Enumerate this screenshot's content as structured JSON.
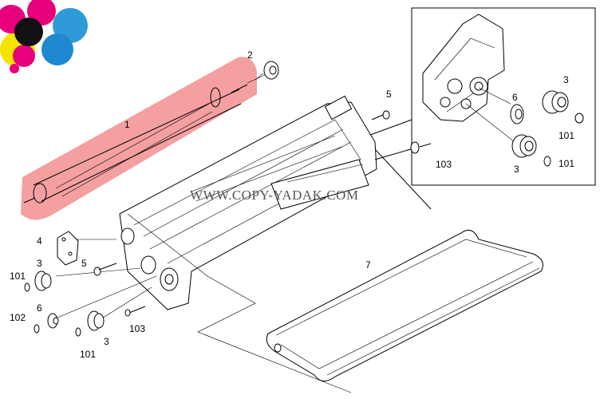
{
  "watermark": "WWW.COPY-YADAK.COM",
  "highlight_color": "#f08080",
  "callouts": {
    "c1": "1",
    "c2": "2",
    "c3a": "3",
    "c3b": "3",
    "c3c": "3",
    "c3d": "3",
    "c4": "4",
    "c5a": "5",
    "c5b": "5",
    "c6a": "6",
    "c6b": "6",
    "c7": "7",
    "c101a": "101",
    "c101b": "101",
    "c101c": "101",
    "c101d": "101",
    "c102": "102",
    "c103a": "103",
    "c103b": "103"
  }
}
